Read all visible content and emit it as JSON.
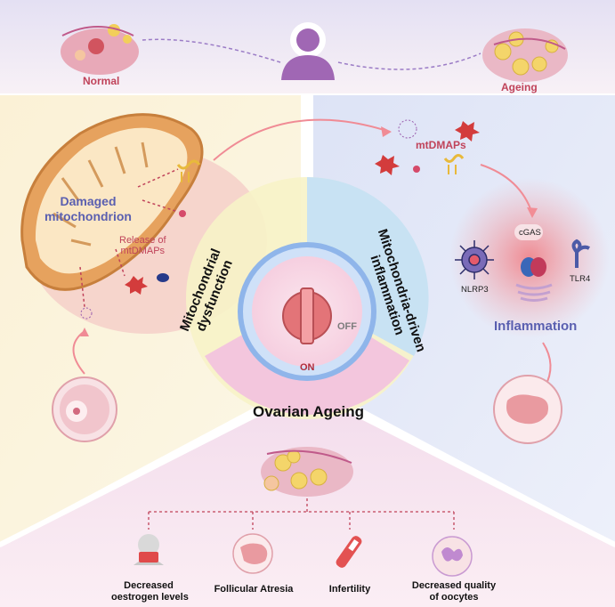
{
  "top": {
    "normal_label": "Normal",
    "ageing_label": "Ageing"
  },
  "left": {
    "damaged_label": "Damaged\nmitochondrion",
    "release_label": "Release of\nmtDMAPs"
  },
  "right": {
    "mtdmaps_label": "mtDMAPs",
    "cgas_label": "cGAS",
    "nlrp3_label": "NLRP3",
    "tlr4_label": "TLR4",
    "inflammation_label": "Inflammation"
  },
  "center": {
    "mito_dysfunction_label": "Mitochondrial\ndysfunction",
    "mito_inflammation_label": "Mitochondria-driven\ninflammation",
    "ovarian_ageing_label": "Ovarian Ageing",
    "on_label": "ON",
    "off_label": "OFF"
  },
  "bottom": {
    "outcomes": [
      "Decreased\noestrogen levels",
      "Follicular Atresia",
      "Infertility",
      "Decreased quality\nof oocytes"
    ]
  },
  "colors": {
    "accent_pink": "#c0435a",
    "accent_blue": "#5a5fb0",
    "yellow_panel": "#fbf4d2",
    "blue_panel": "#e4e8f7",
    "pink_panel": "#f6dcec"
  }
}
